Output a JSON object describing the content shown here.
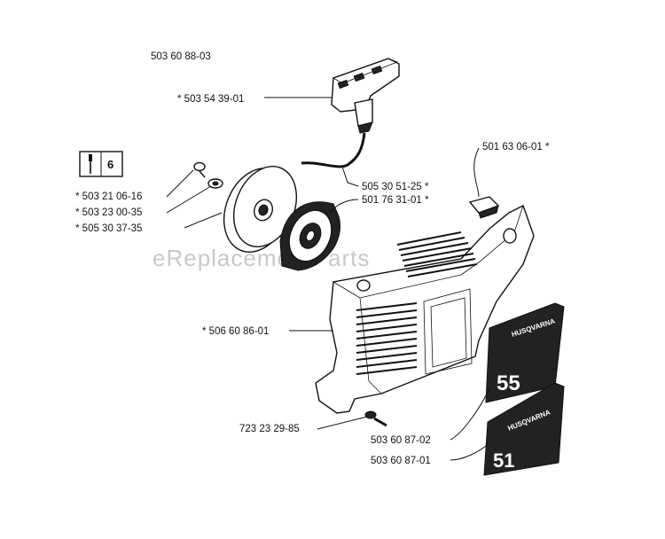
{
  "assembly_number": "503 60 88-03",
  "watermark": "eReplacementParts",
  "tool_badge": {
    "value": "6",
    "icon": "screwdriver-icon"
  },
  "decals": {
    "upper": "55",
    "lower": "51"
  },
  "callouts": [
    {
      "id": "starter-handle",
      "number": "503 54 39-01",
      "star": "* "
    },
    {
      "id": "starter-cord",
      "number": "505 30 51-25",
      "star": " *"
    },
    {
      "id": "spring-cassette",
      "number": "501 76 31-01",
      "star": " *"
    },
    {
      "id": "tank-cap-plug",
      "number": "501 63 06-01",
      "star": " *"
    },
    {
      "id": "pulley-screw",
      "number": "503 21 06-16",
      "star": "* "
    },
    {
      "id": "pulley-washer",
      "number": "503 23 00-35",
      "star": "* "
    },
    {
      "id": "starter-pulley",
      "number": "505 30 37-35",
      "star": "* "
    },
    {
      "id": "starter-cover",
      "number": "506 60 86-01",
      "star": "* "
    },
    {
      "id": "cover-screw",
      "number": "723 23 29-85",
      "star": ""
    },
    {
      "id": "decal-55",
      "number": "503 60 87-02",
      "star": ""
    },
    {
      "id": "decal-51",
      "number": "503 60 87-01",
      "star": ""
    }
  ]
}
